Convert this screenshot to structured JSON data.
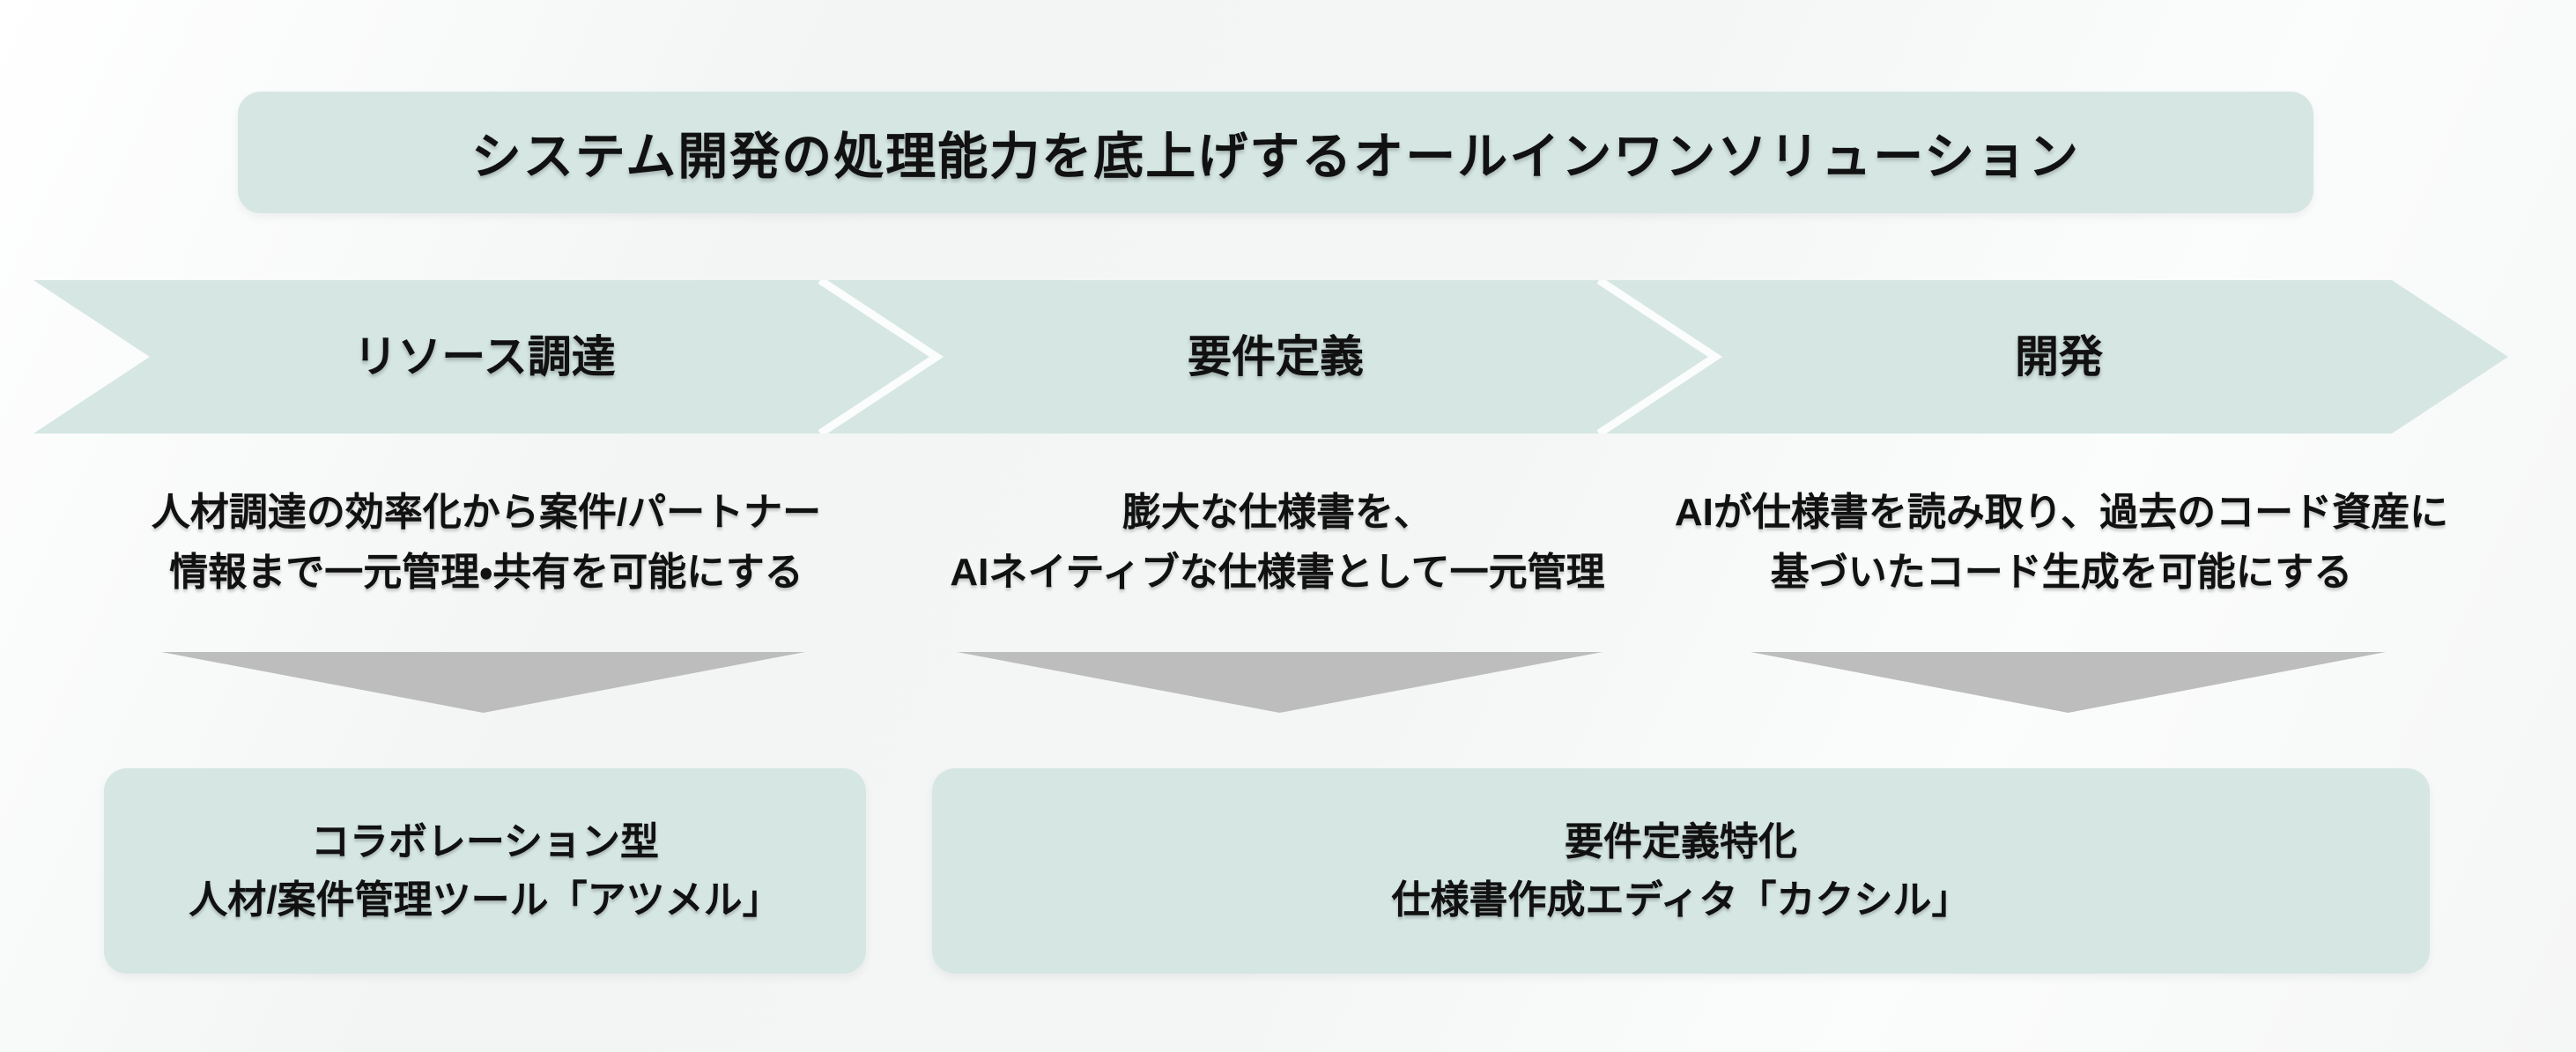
{
  "slide": {
    "title": "システム開発の処理能力を底上げするオールインワンソリューション"
  },
  "flow": {
    "stages": [
      {
        "label": "リソース調達",
        "desc": [
          "人材調達の効率化から案件/パートナー",
          "情報まで一元管理・共有を可能にする"
        ]
      },
      {
        "label": "要件定義",
        "desc": [
          "膨大な仕様書を、",
          "AIネイティブな仕様書として一元管理"
        ]
      },
      {
        "label": "開発",
        "desc": [
          "AIが仕様書を読み取り、過去のコード資産に",
          "基づいたコード生成を可能にする"
        ]
      }
    ]
  },
  "products": [
    {
      "name_lines": [
        "コラボレーション型",
        "人材/案件管理ツール「アツメル」"
      ]
    },
    {
      "name_lines": [
        "要件定義特化",
        "仕様書作成エディタ「カクシル」"
      ]
    }
  ],
  "colors": {
    "accent_teal": "#d5e6e3",
    "separator_white": "#fbfcfc",
    "arrow_gray": "#bdbdbd",
    "text_dark": "#111111",
    "background_light": "#f4f6f6"
  }
}
